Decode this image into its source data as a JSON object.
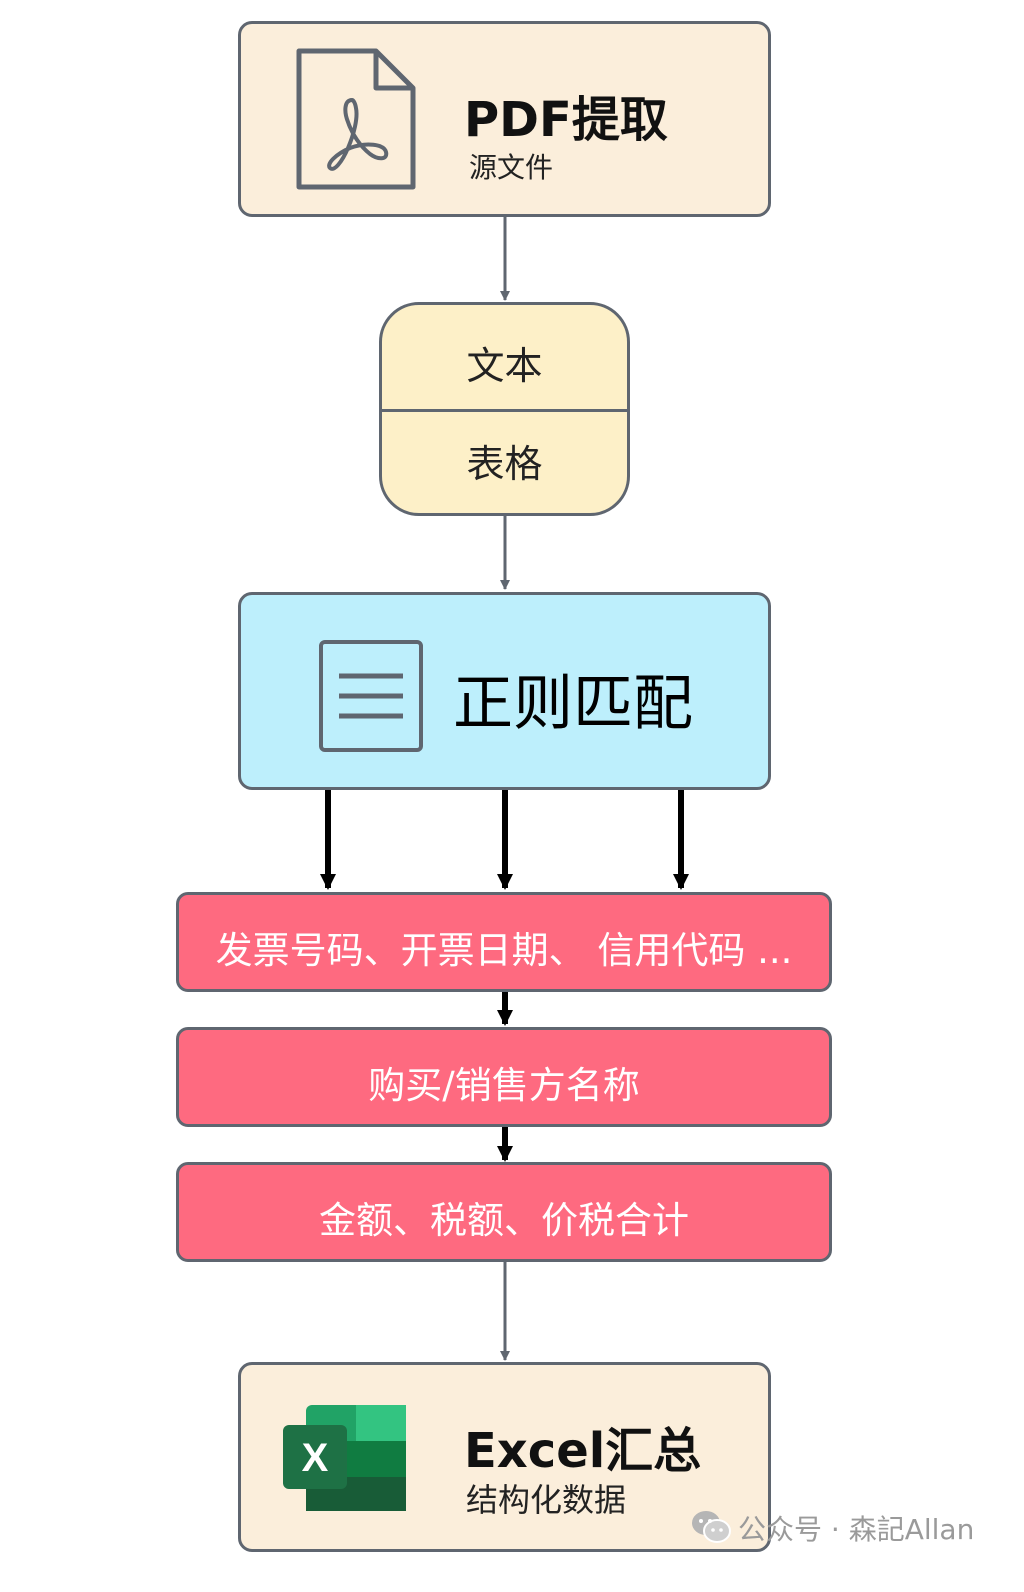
{
  "nodes": {
    "pdf_extract": {
      "title": "PDF提取",
      "subtitle": "源文件"
    },
    "content_types": {
      "top": "文本",
      "bottom": "表格"
    },
    "regex": {
      "title": "正则匹配"
    },
    "field_groups": [
      {
        "label": "发票号码、开票日期、 信用代码 ..."
      },
      {
        "label": "购买/销售方名称"
      },
      {
        "label": "金额、税额、价税合计"
      }
    ],
    "excel": {
      "title": "Excel汇总",
      "subtitle": "结构化数据",
      "icon_letter": "X"
    }
  },
  "watermark": {
    "text": "公众号 · 森記Allan"
  },
  "icons": {
    "pdf": "pdf-file-icon",
    "document": "document-lines-icon",
    "excel": "excel-icon",
    "wechat": "wechat-icon"
  },
  "colors": {
    "beige": "#fbeedb",
    "pill": "#fdf0c8",
    "cyan": "#bdeffc",
    "pink": "#fe6a80",
    "border": "#5f6670",
    "excel_green": "#1e7145"
  }
}
